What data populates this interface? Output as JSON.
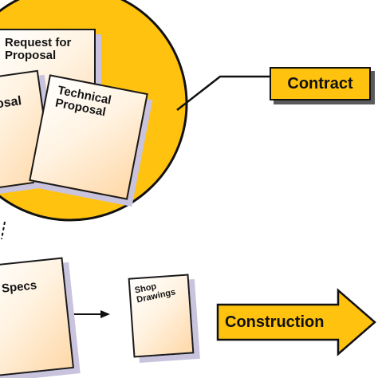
{
  "colors": {
    "circle_fill": "#ffc20e",
    "label_fill": "#ffc20e",
    "page_fill_light": "#ffffff",
    "page_fill_dark": "#ffd8a8",
    "page_shadow": "#c9c3de",
    "outline": "#111111"
  },
  "documents": {
    "request_for_proposal": "Request for\nProposal",
    "cost_proposal_fragment": "osal",
    "technical_proposal": "Technical\nProposal",
    "specs": "Specs",
    "shop_drawings": "Shop\nDrawings"
  },
  "labels": {
    "contract": "Contract",
    "construction": "Construction"
  }
}
